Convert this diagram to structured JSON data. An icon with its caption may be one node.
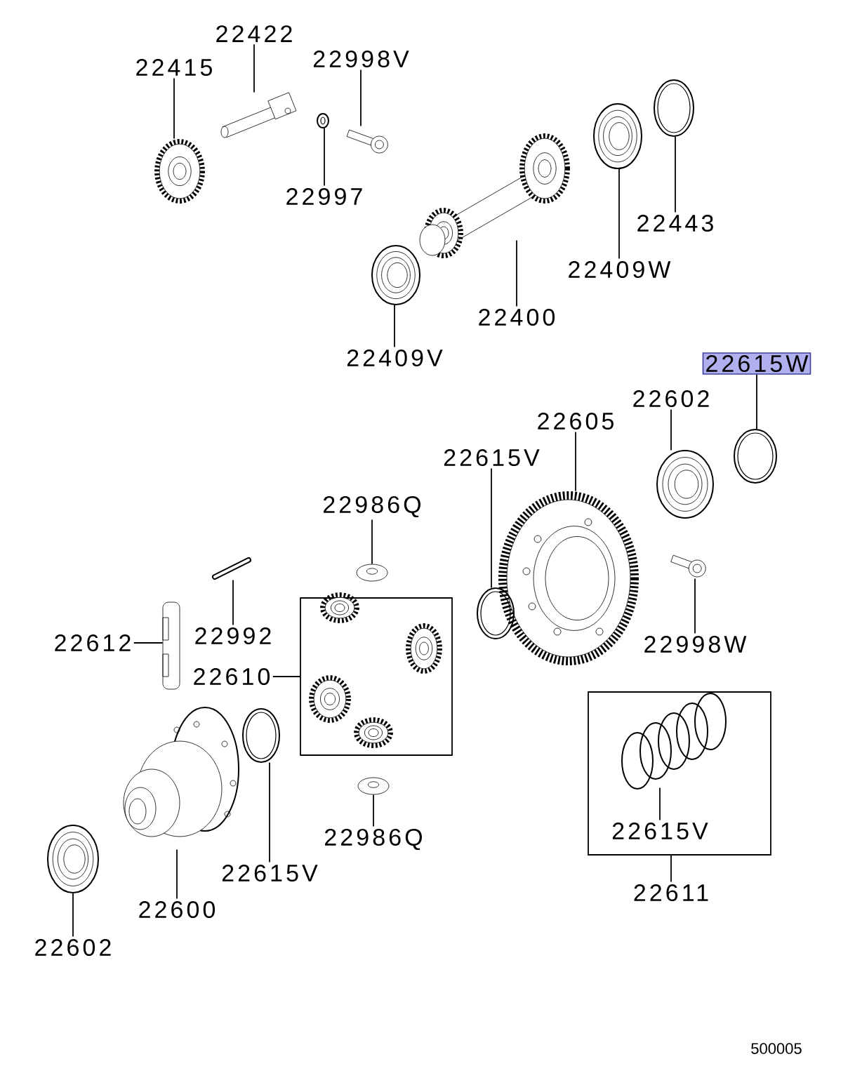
{
  "diagram": {
    "nodes": [
      {
        "text": [
          "22422"
        ]
      },
      {
        "text": [],
        "shape": "picture"
      },
      {
        "text": [
          "22415"
        ]
      },
      {
        "text": [],
        "shape": "picture"
      },
      {
        "text": [
          "22998V"
        ]
      },
      {
        "text": [],
        "shape": "picture"
      },
      {
        "text": [
          "22997"
        ]
      },
      {
        "text": [],
        "shape": "picture"
      },
      {
        "text": [
          "22443"
        ]
      },
      {
        "text": [],
        "shape": "picture"
      },
      {
        "text": [
          "22409W"
        ]
      },
      {
        "text": [],
        "shape": "picture"
      },
      {
        "text": [
          "22400"
        ]
      },
      {
        "text": [],
        "shape": "picture"
      },
      {
        "text": [
          "22409V"
        ]
      },
      {
        "text": [],
        "shape": "picture"
      },
      {
        "text": [
          "22615W"
        ]
      },
      {
        "text": [],
        "shape": "picture"
      },
      {
        "text": [
          "22602"
        ]
      },
      {
        "text": [],
        "shape": "picture"
      },
      {
        "text": [
          "22605"
        ]
      },
      {
        "text": [],
        "shape": "picture"
      },
      {
        "text": [
          "22615V"
        ]
      },
      {
        "text": [],
        "shape": "picture"
      },
      {
        "text": [
          "22986Q"
        ]
      },
      {
        "text": [],
        "shape": "picture"
      },
      {
        "text": [
          "22612"
        ]
      },
      {
        "text": [],
        "shape": "picture"
      },
      {
        "text": [
          "22992"
        ]
      },
      {
        "text": [],
        "shape": "picture"
      },
      {
        "text": [
          "22610"
        ]
      },
      {
        "text": [],
        "shape": "box"
      },
      {
        "text": [
          "22998W"
        ]
      },
      {
        "text": [],
        "shape": "picture"
      },
      {
        "text": [
          "22611"
        ]
      },
      {
        "text": [],
        "shape": "box"
      },
      {
        "text": [
          "22615V"
        ],
        "in": 35
      },
      {
        "text": [],
        "shape": "picture",
        "in": 35
      },
      {
        "text": [
          "22615V"
        ]
      },
      {
        "text": [],
        "shape": "picture"
      },
      {
        "text": [
          "22986Q"
        ]
      },
      {
        "text": [],
        "shape": "picture"
      },
      {
        "text": [
          "22600"
        ]
      },
      {
        "text": [],
        "shape": "picture"
      },
      {
        "text": [
          "22602"
        ]
      },
      {
        "text": [],
        "shape": "picture"
      }
    ],
    "edges": [
      {
        "from": 0,
        "to": 1,
        "arrow": "none"
      },
      {
        "from": 2,
        "to": 3,
        "arrow": "none"
      },
      {
        "from": 4,
        "to": 5,
        "arrow": "none"
      },
      {
        "from": 6,
        "to": 7,
        "arrow": "none"
      },
      {
        "from": 8,
        "to": 9,
        "arrow": "none"
      },
      {
        "from": 10,
        "to": 11,
        "arrow": "none"
      },
      {
        "from": 12,
        "to": 13,
        "arrow": "none"
      },
      {
        "from": 14,
        "to": 15,
        "arrow": "none"
      },
      {
        "from": 16,
        "to": 17,
        "arrow": "none"
      },
      {
        "from": 18,
        "to": 19,
        "arrow": "none"
      },
      {
        "from": 20,
        "to": 21,
        "arrow": "none"
      },
      {
        "from": 22,
        "to": 23,
        "arrow": "none"
      },
      {
        "from": 24,
        "to": 25,
        "arrow": "none"
      },
      {
        "from": 26,
        "to": 27,
        "arrow": "none"
      },
      {
        "from": 28,
        "to": 29,
        "arrow": "none"
      },
      {
        "from": 30,
        "to": 31,
        "arrow": "none"
      },
      {
        "from": 32,
        "to": 33,
        "arrow": "none"
      },
      {
        "from": 34,
        "to": 35,
        "arrow": "none"
      },
      {
        "from": 36,
        "to": 37,
        "arrow": "none"
      },
      {
        "from": 38,
        "to": 39,
        "arrow": "none"
      },
      {
        "from": 40,
        "to": 41,
        "arrow": "none"
      },
      {
        "from": 42,
        "to": 43,
        "arrow": "none"
      },
      {
        "from": 44,
        "to": 45,
        "arrow": "none"
      }
    ],
    "labels": [
      "500005"
    ]
  }
}
